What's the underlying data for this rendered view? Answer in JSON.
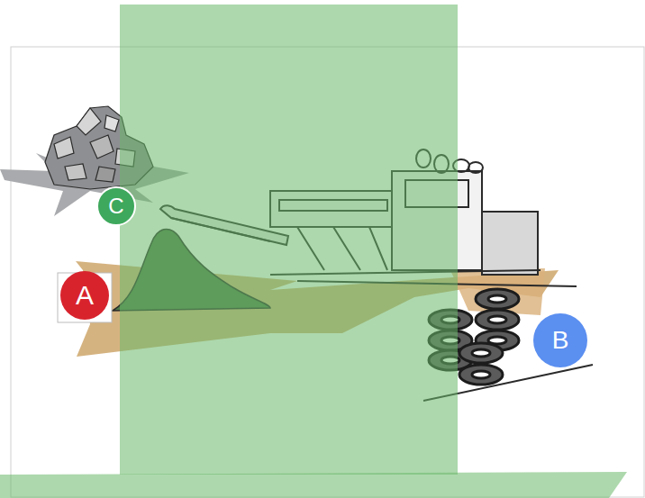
{
  "diagram": {
    "nodes": [
      {
        "text": [
          "C"
        ]
      },
      {
        "text": [
          "A"
        ]
      },
      {
        "text": [
          "B"
        ]
      }
    ]
  }
}
